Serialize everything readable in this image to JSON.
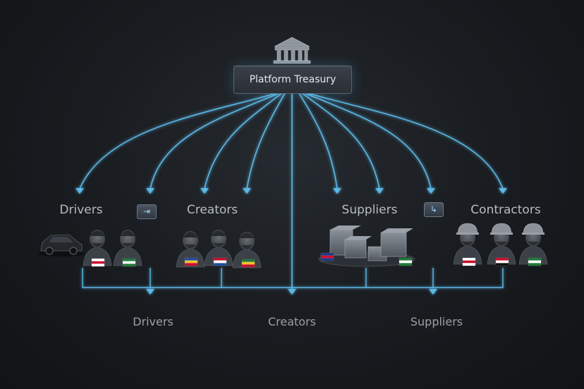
{
  "root": {
    "label": "Platform Treasury",
    "icon": "bank-icon"
  },
  "top_groups": [
    {
      "label": "Drivers"
    },
    {
      "label": "Creators"
    },
    {
      "label": "Suppliers"
    },
    {
      "label": "Contractors"
    }
  ],
  "bottom_labels": [
    {
      "label": "Drivers"
    },
    {
      "label": "Creators"
    },
    {
      "label": "Suppliers"
    }
  ],
  "colors": {
    "line": "#5bb8e6",
    "line_glow": "#3aa0d8",
    "text": "#b7bcc2",
    "box": "#2f353c",
    "background": "#1a1d21"
  },
  "icons": [
    "bank-icon",
    "car-icon",
    "person-icon",
    "worker-helmet-icon",
    "package-box-icon",
    "flag-icon",
    "transfer-chip-icon"
  ]
}
